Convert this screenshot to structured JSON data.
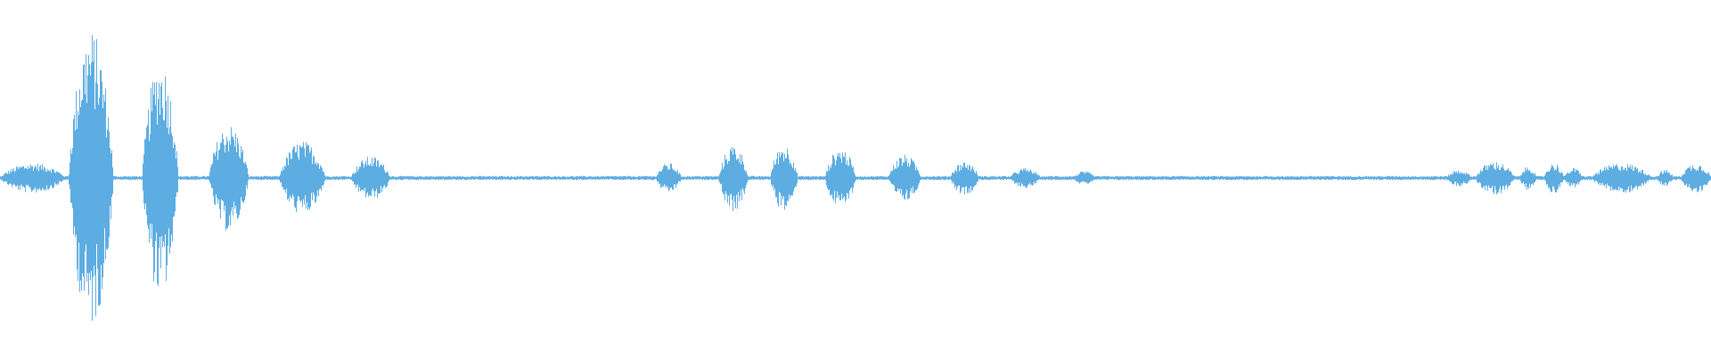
{
  "waveform": {
    "color": "#5dade2",
    "background": "#ffffff",
    "baseline_amplitude": 0.012,
    "segments": [
      {
        "start": 0.0,
        "end": 0.038,
        "amp": 0.09
      },
      {
        "start": 0.04,
        "end": 0.066,
        "amp": 0.88
      },
      {
        "start": 0.083,
        "end": 0.104,
        "amp": 0.7
      },
      {
        "start": 0.122,
        "end": 0.145,
        "amp": 0.32
      },
      {
        "start": 0.163,
        "end": 0.19,
        "amp": 0.22
      },
      {
        "start": 0.205,
        "end": 0.228,
        "amp": 0.13
      },
      {
        "start": 0.383,
        "end": 0.398,
        "amp": 0.09
      },
      {
        "start": 0.42,
        "end": 0.437,
        "amp": 0.2
      },
      {
        "start": 0.45,
        "end": 0.466,
        "amp": 0.2
      },
      {
        "start": 0.482,
        "end": 0.5,
        "amp": 0.18
      },
      {
        "start": 0.519,
        "end": 0.538,
        "amp": 0.14
      },
      {
        "start": 0.555,
        "end": 0.572,
        "amp": 0.1
      },
      {
        "start": 0.59,
        "end": 0.608,
        "amp": 0.06
      },
      {
        "start": 0.627,
        "end": 0.64,
        "amp": 0.04
      },
      {
        "start": 0.845,
        "end": 0.86,
        "amp": 0.05
      },
      {
        "start": 0.862,
        "end": 0.885,
        "amp": 0.1
      },
      {
        "start": 0.888,
        "end": 0.898,
        "amp": 0.07
      },
      {
        "start": 0.902,
        "end": 0.914,
        "amp": 0.09
      },
      {
        "start": 0.914,
        "end": 0.925,
        "amp": 0.06
      },
      {
        "start": 0.93,
        "end": 0.965,
        "amp": 0.09
      },
      {
        "start": 0.968,
        "end": 0.978,
        "amp": 0.05
      },
      {
        "start": 0.982,
        "end": 1.0,
        "amp": 0.09
      }
    ]
  }
}
